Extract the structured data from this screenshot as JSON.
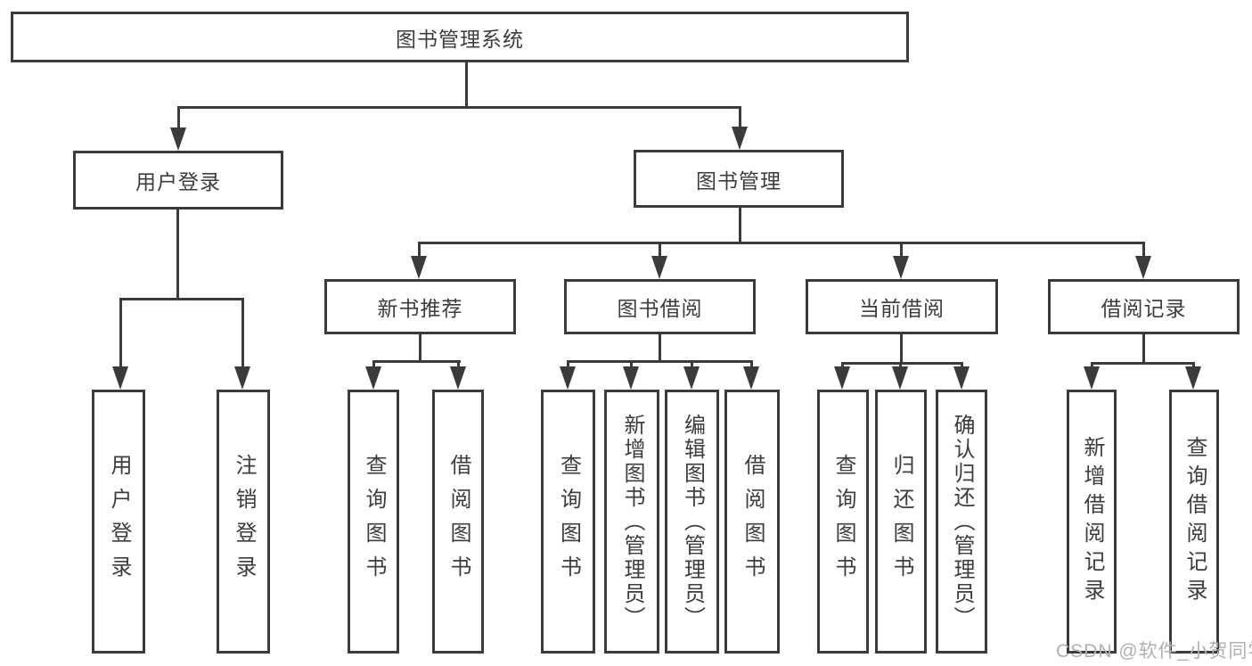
{
  "watermark": "CSDN @软件_小贺同学",
  "colors": {
    "line": "#3b3b3b",
    "text": "#3d3d3d",
    "watermark": "#b0b0b0",
    "background": "#ffffff"
  },
  "tree": {
    "root": {
      "label": "图书管理系统"
    },
    "branches": [
      {
        "label": "用户登录",
        "leaves": [
          "用户登录",
          "注销登录"
        ]
      },
      {
        "label": "图书管理",
        "groups": [
          {
            "label": "新书推荐",
            "leaves": [
              "查询图书",
              "借阅图书"
            ]
          },
          {
            "label": "图书借阅",
            "leaves": [
              "查询图书",
              "新增图书（管理员）",
              "编辑图书（管理员）",
              "借阅图书"
            ]
          },
          {
            "label": "当前借阅",
            "leaves": [
              "查询图书",
              "归还图书",
              "确认归还（管理员）"
            ]
          },
          {
            "label": "借阅记录",
            "leaves": [
              "新增借阅记录",
              "查询借阅记录"
            ]
          }
        ]
      }
    ]
  }
}
